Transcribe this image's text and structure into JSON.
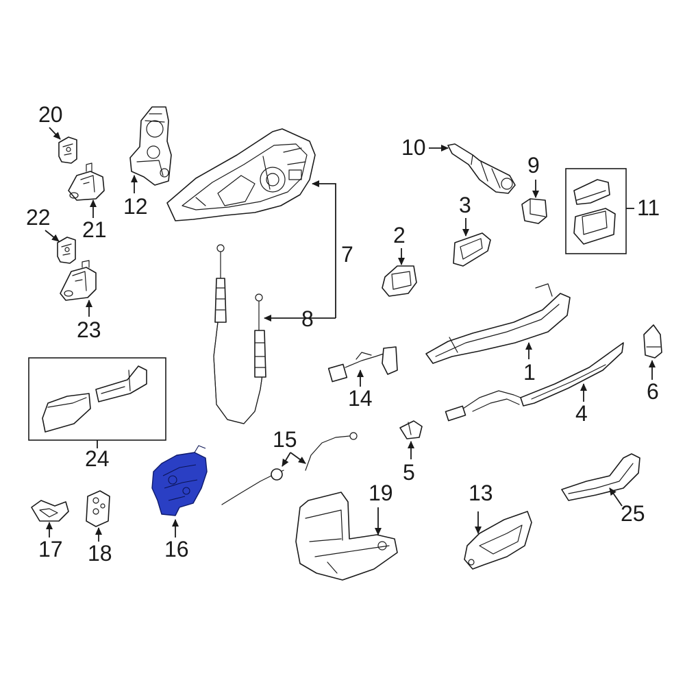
{
  "diagram": {
    "highlight_color": "#2a3fc4",
    "callouts": {
      "c1": "1",
      "c2": "2",
      "c3": "3",
      "c4": "4",
      "c5": "5",
      "c6": "6",
      "c7": "7",
      "c8": "8",
      "c9": "9",
      "c10": "10",
      "c11": "11",
      "c12": "12",
      "c13": "13",
      "c14": "14",
      "c15": "15",
      "c16": "16",
      "c17": "17",
      "c18": "18",
      "c19": "19",
      "c20": "20",
      "c21": "21",
      "c22": "22",
      "c23": "23",
      "c24": "24",
      "c25": "25"
    },
    "highlighted_part": "16"
  }
}
